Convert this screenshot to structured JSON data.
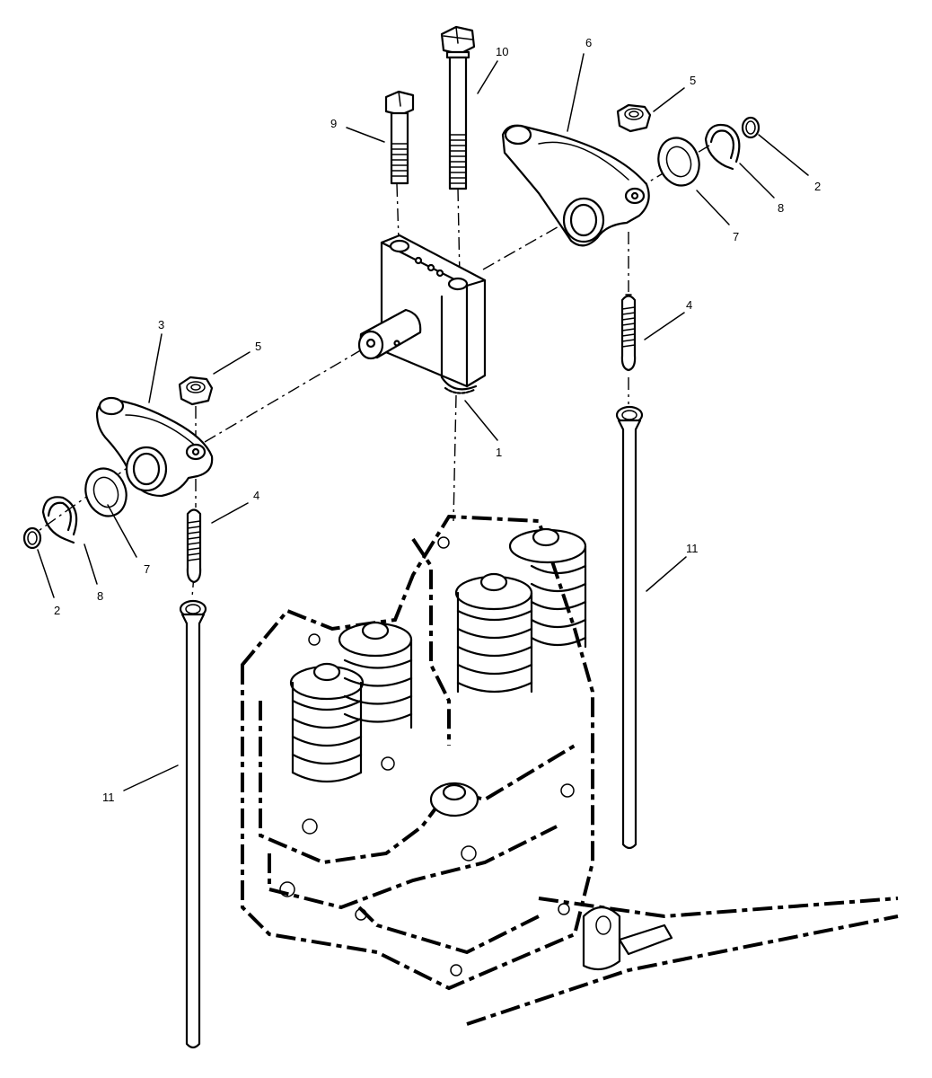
{
  "callouts": {
    "c1": "1",
    "c2_left": "2",
    "c2_right": "2",
    "c3": "3",
    "c4_left": "4",
    "c4_right": "4",
    "c5_left": "5",
    "c5_right": "5",
    "c6": "6",
    "c7_left": "7",
    "c7_right": "7",
    "c8_left": "8",
    "c8_right": "8",
    "c9": "9",
    "c10": "10",
    "c11_left": "11",
    "c11_right": "11"
  }
}
